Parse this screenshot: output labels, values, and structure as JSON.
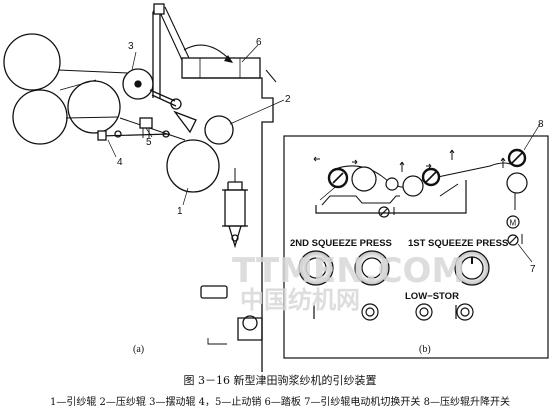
{
  "figure": {
    "caption": "图 3－16   新型津田驹浆纱机的引纱装置",
    "legend": "1—引纱辊  2—压纱辊  3—摆动辊  4，5—止动销  6—踏板  7—引纱辊电动机切换开关  8—压纱辊升降开关",
    "panel_a_label": "(a)",
    "panel_b_label": "(b)",
    "part_labels": [
      "1",
      "2",
      "3",
      "4",
      "5",
      "6",
      "7",
      "8"
    ],
    "plate_labels": {
      "second_press": "2ND SQUEEZE PRESS",
      "first_press": "1ST SQUEEZE PRESS",
      "slow_stor": "LOW−STOR"
    },
    "watermark_latin": "TTMEN.COM",
    "watermark_cn": "中国纺机网"
  }
}
